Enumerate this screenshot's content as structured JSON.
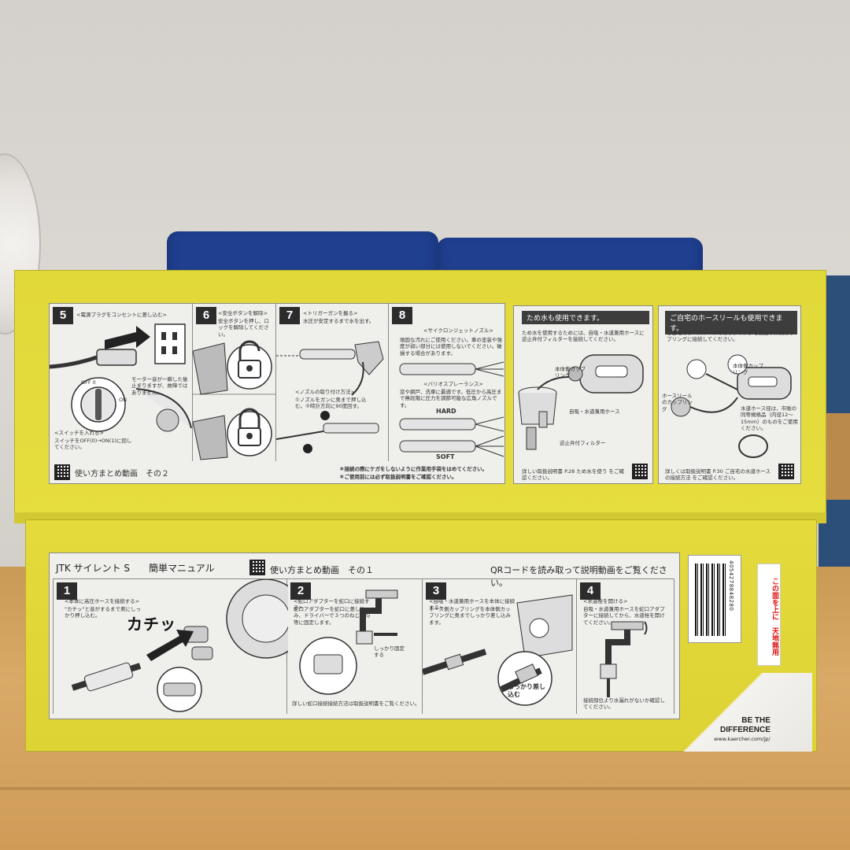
{
  "top_panel": {
    "step5": {
      "num": "5",
      "head": "<電源プラグをコンセントに差し込む>",
      "note": "モーター音が一瞬した後止まりますが、故障ではありません。",
      "sub_head": "<スイッチを入れる>",
      "sub_text": "スイッチをOFF(0)→ON(1)に回してください。",
      "dial_off": "OFF 0",
      "dial_on": "ON"
    },
    "step6": {
      "num": "6",
      "head": "<安全ボタンを解除>",
      "text": "安全ボタンを押し、ロックを解除してください。"
    },
    "step7": {
      "num": "7",
      "head": "<トリガーガンを握る>",
      "text": "水圧が安定するまで水を出す。",
      "sub_head": "<ノズルの取り付け方法>",
      "sub_text": "①ノズルをガンに奥まで押し込む。②時計方向に90度回す。"
    },
    "step8": {
      "num": "8",
      "head": "<サイクロンジェットノズル>",
      "text": "頑固な汚れにご使用ください。車の塗装や強度が弱い部分には使用しないでください。破損する場合があります。",
      "sub_head": "<バリオスプレーランス>",
      "sub_text": "窓や網戸、洗車に最適です。低圧から高圧まで無段階に圧力を調節可能な広角ノズルです。",
      "hard": "HARD",
      "soft": "SOFT"
    },
    "footer_qr_label": "使い方まとめ動画　その２",
    "footer_warn_1": "＊接続の際にケガをしないように作業用手袋をはめてください。",
    "footer_warn_2": "＊ご使用前には必ず取扱説明書をご確認ください。"
  },
  "tank_panel": {
    "title": "ため水も使用できます。",
    "text": "ため水を使用するためには、自吸・水道兼用ホースに逆止弁付フィルターを接続してください。",
    "label_coupling": "本体側カップリング",
    "label_hose": "自吸・水道兼用ホース",
    "label_filter": "逆止弁付フィルター",
    "footer": "詳しい取扱説明書 P.28 ため水を使う をご確認ください。"
  },
  "reel_panel": {
    "title": "ご自宅のホースリールも使用できます。",
    "text": "ご自宅のホースリールのカップリングを高圧本体側カップリングに接続してください。",
    "label_coupling": "本体側カップリング",
    "label_reel": "ホースリールのカップリング",
    "label_note": "水道ホース径は、市販の同等規格品（内径12〜15mm）のものをご使用ください。",
    "footer": "詳しくは取扱説明書 P.30 ご自宅の水道ホースの接続方法 をご確認ください。"
  },
  "bottom_panel": {
    "title": "JTK サイレント S　　簡単マニュアル",
    "qr_label": "使い方まとめ動画　その１",
    "qr_read": "QRコードを読み取って説明動画をご覧ください。",
    "step1": {
      "num": "1",
      "head": "<本体に高圧ホースを接続する>",
      "text": "\"カチッ\"と音がするまで奥にしっかり押し込む。",
      "sound": "カチッ"
    },
    "step2": {
      "num": "2",
      "head": "<蛇口アダプターを蛇口に接続する>",
      "text": "蛇口アダプターを蛇口に差し込み、ドライバーで３つのねじを均等に固定します。",
      "tight": "しっかり固定する",
      "footer": "詳しい蛇口接続接続方法は取扱説明書をご覧ください。"
    },
    "step3": {
      "num": "3",
      "head": "<自吸・水道兼用ホースを本体に接続する>",
      "text": "ホース側カップリングを本体側カップリングに奥までしっかり差し込みます。",
      "push": "しっかり差し込む"
    },
    "step4": {
      "num": "4",
      "head": "<水道栓を開ける>",
      "text": "自吸・水道兼用ホースを蛇口アダプターに接続してから、水道栓を開けてください。",
      "footer": "接続部位より水漏れがないか確認してください。"
    }
  },
  "barcode": {
    "digits": "4054278848280"
  },
  "side_label": {
    "text": "この面を上に　天地無用"
  },
  "brand": {
    "line1": "BE THE",
    "line2": "DIFFERENCE",
    "url": "www.kaercher.com/jp/"
  }
}
